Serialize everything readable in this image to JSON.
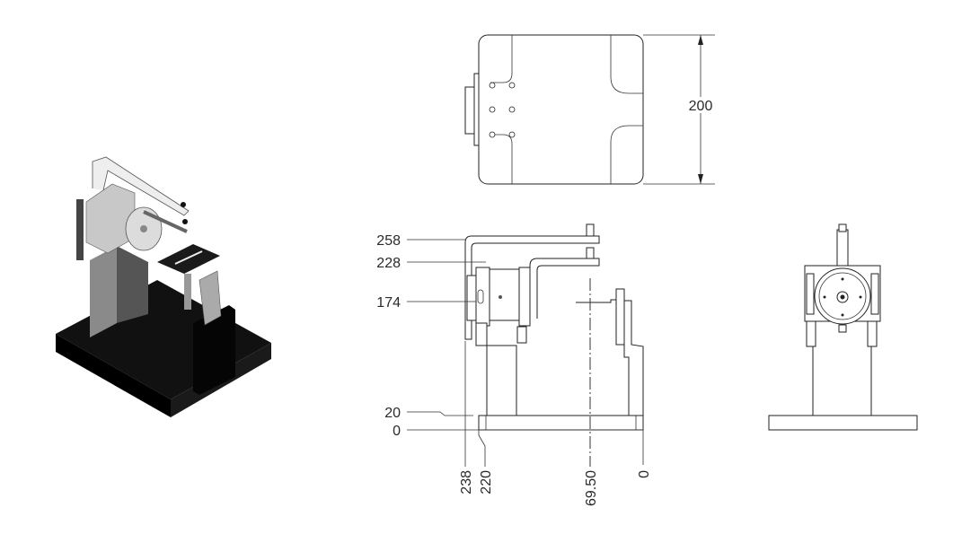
{
  "drawing": {
    "top_view": {
      "dimension_height": "200"
    },
    "front_view": {
      "vertical_ordinates": [
        "258",
        "228",
        "174",
        "20",
        "0"
      ],
      "horizontal_ordinates": [
        "238",
        "220",
        "69.50",
        "0"
      ]
    }
  },
  "colors": {
    "line": "#222222",
    "text": "#2a2a2a",
    "base_iso": "#0d0d0d",
    "column_iso": "#6b6b6b"
  }
}
